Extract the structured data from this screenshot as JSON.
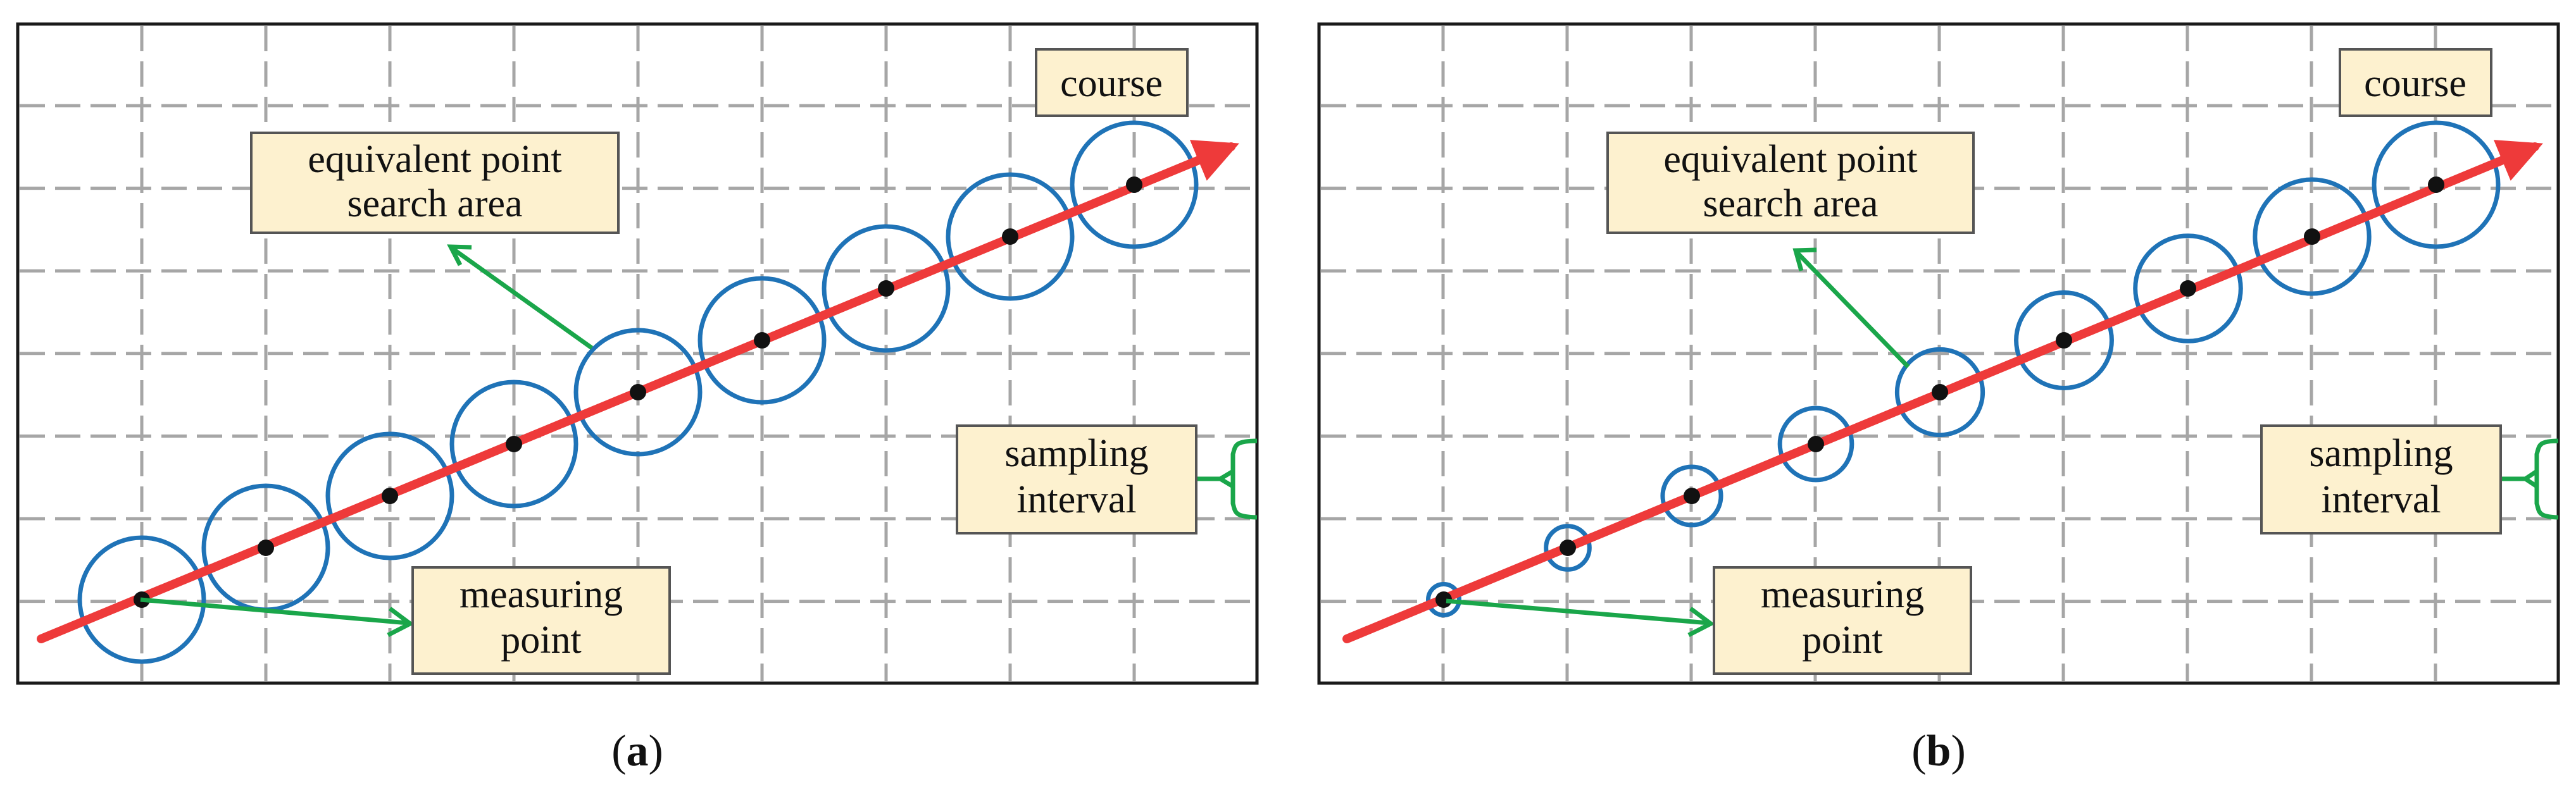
{
  "colors": {
    "course_arrow": "#ee3a3a",
    "search_circle": "#1f73b7",
    "pointer_arrow": "#1aa64a",
    "bracket": "#1aa64a",
    "label_fill": "#fdf1cf",
    "label_stroke": "#555555",
    "grid": "#a6a6a6",
    "frame": "#1a1a1a",
    "point": "#111111"
  },
  "icons": {
    "measuring_point": "filled-black-dot",
    "search_area": "blue-circle-outline",
    "course": "red-arrow"
  },
  "panels": [
    {
      "id": "a",
      "caption_open": "(",
      "caption_letter": "a",
      "caption_close": ")",
      "labels": {
        "course": "course",
        "search_area_line1": "equivalent point",
        "search_area_line2": "search area",
        "sampling_line1": "sampling",
        "sampling_line2": "interval",
        "measuring_line1": "measuring",
        "measuring_line2": "point"
      },
      "search_area_sizes": [
        1,
        1,
        1,
        1,
        1,
        1,
        1,
        1,
        1
      ]
    },
    {
      "id": "b",
      "caption_open": "(",
      "caption_letter": "b",
      "caption_close": ")",
      "labels": {
        "course": "course",
        "search_area_line1": "equivalent point",
        "search_area_line2": "search area",
        "sampling_line1": "sampling",
        "sampling_line2": "interval",
        "measuring_line1": "measuring",
        "measuring_line2": "point"
      },
      "search_area_sizes": [
        0.25,
        0.35,
        0.47,
        0.58,
        0.69,
        0.77,
        0.85,
        0.92,
        1
      ]
    }
  ]
}
